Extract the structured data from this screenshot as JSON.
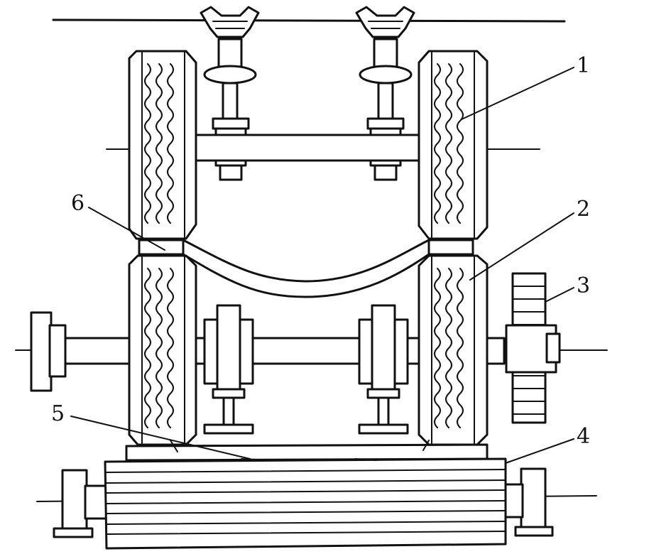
{
  "callouts": [
    {
      "label": "1"
    },
    {
      "label": "2"
    },
    {
      "label": "3"
    },
    {
      "label": "4"
    },
    {
      "label": "5"
    },
    {
      "label": "6"
    }
  ],
  "colors": {
    "ink": "#111111",
    "paper": "#ffffff"
  }
}
